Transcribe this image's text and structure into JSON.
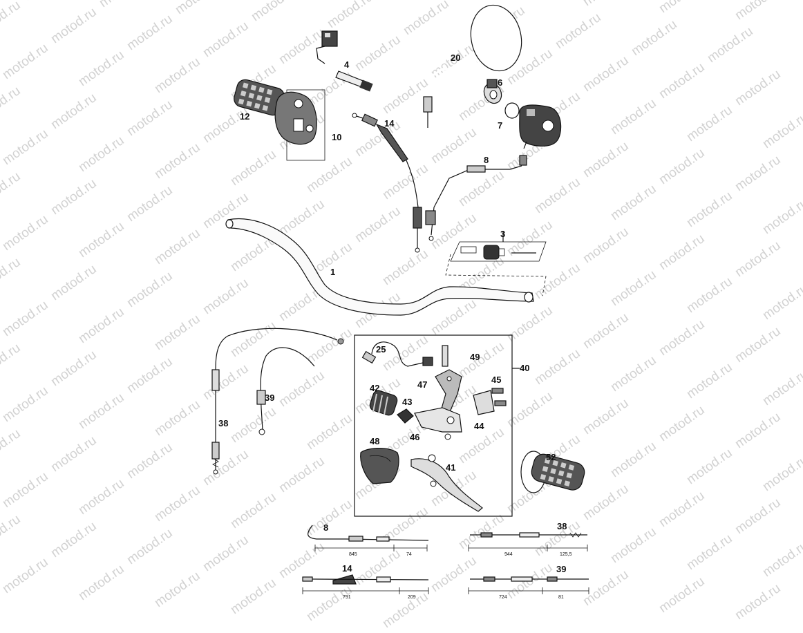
{
  "watermark": {
    "text": "motod.ru"
  },
  "callouts": [
    "1",
    "3",
    "4",
    "6",
    "7",
    "8",
    "10",
    "12",
    "14",
    "20",
    "25",
    "38",
    "39",
    "40",
    "41",
    "42",
    "43",
    "44",
    "45",
    "46",
    "47",
    "48",
    "49",
    "52"
  ],
  "dimensions": {
    "cable_8": {
      "label": "8",
      "a": "845",
      "b": "74"
    },
    "cable_14": {
      "label": "14",
      "a": "791",
      "b": "209"
    },
    "cable_38": {
      "label": "38",
      "a": "944",
      "b": "125,5"
    },
    "cable_39": {
      "label": "39",
      "a": "724",
      "b": "81"
    }
  }
}
